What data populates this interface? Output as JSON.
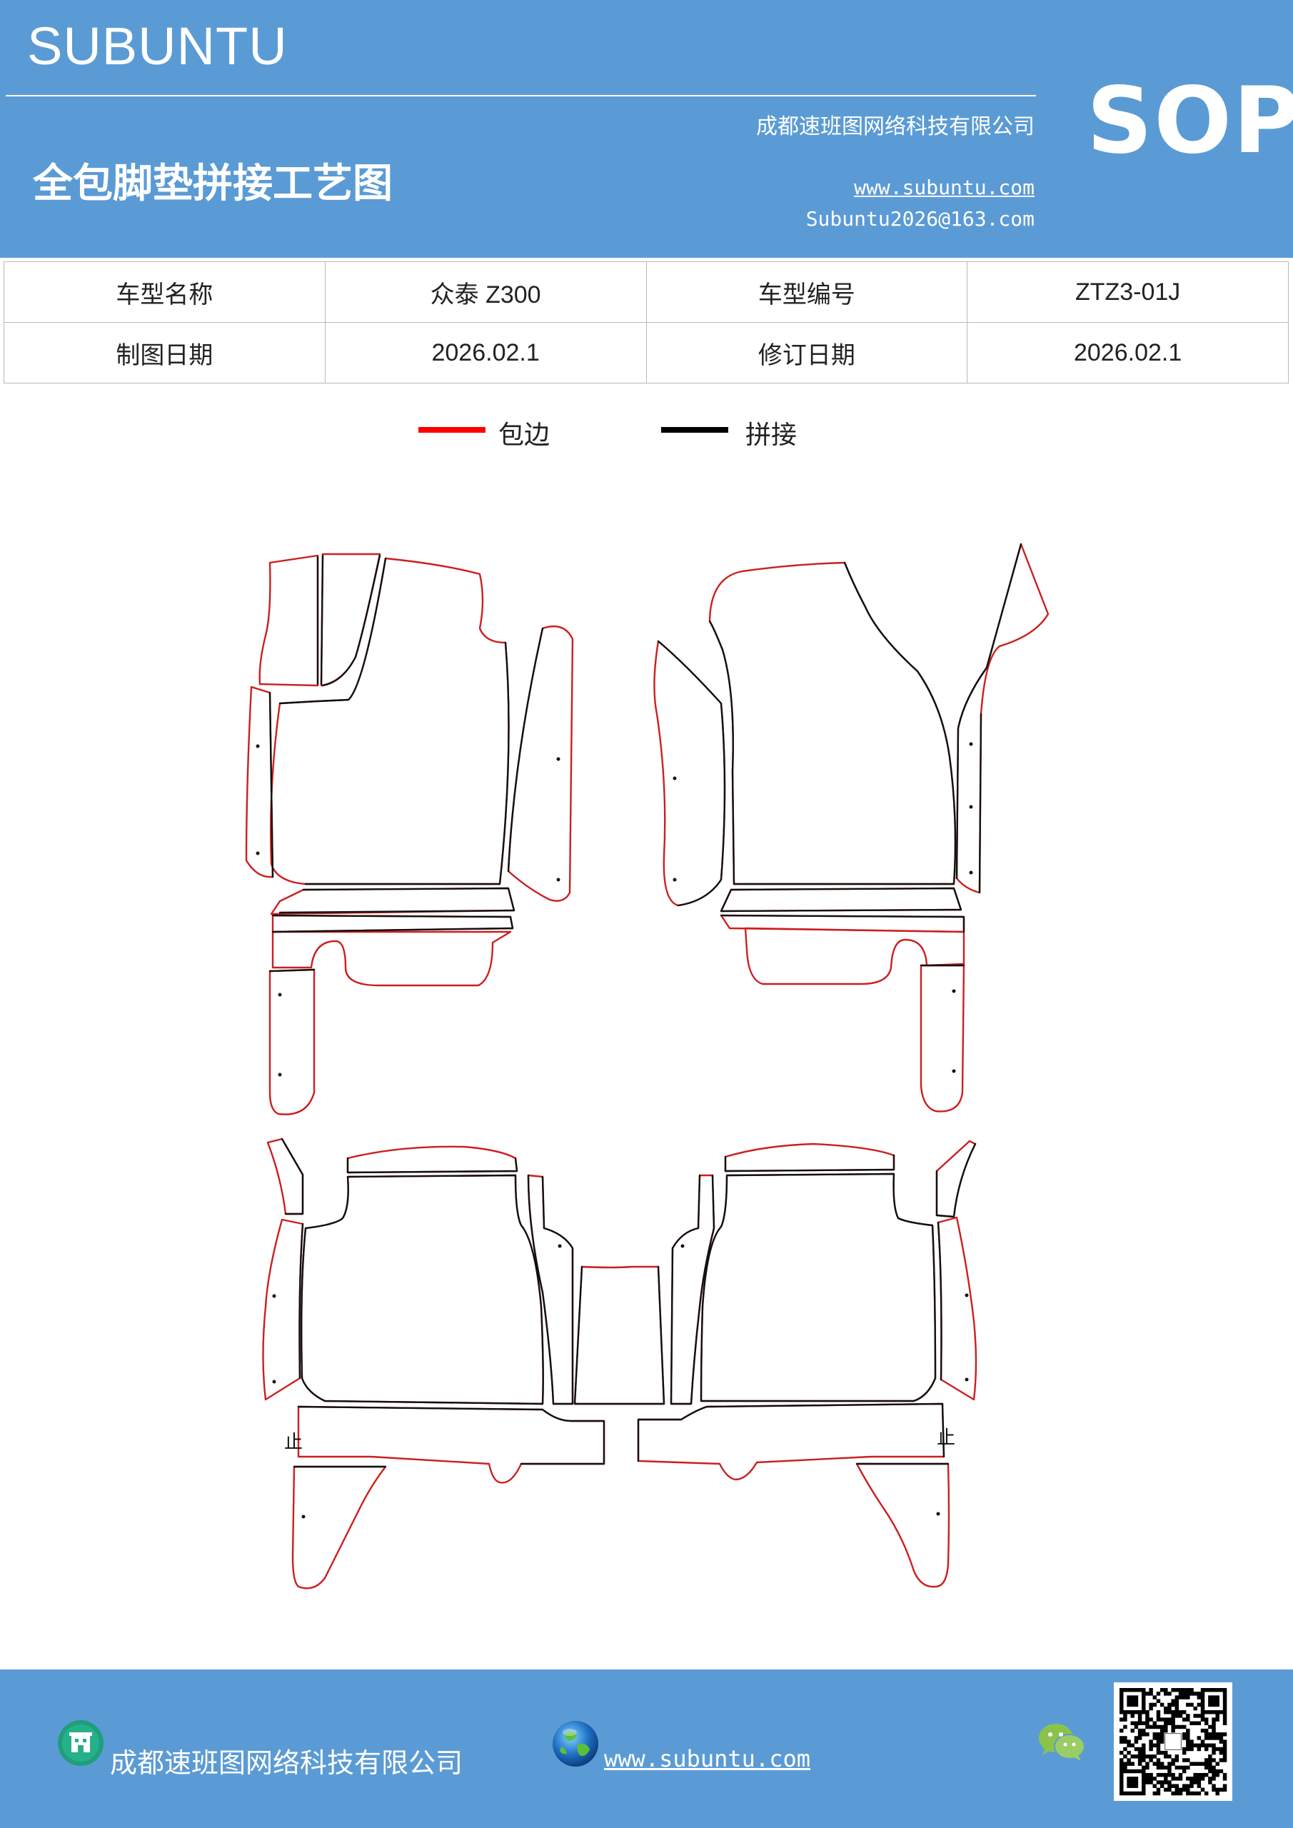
{
  "header": {
    "brand": "SUBUNTU",
    "title": "全包脚垫拼接工艺图",
    "company": "成都速班图网络科技有限公司",
    "website": "www.subuntu.com",
    "email": "Subuntu2026@163.com",
    "badge": "SOP"
  },
  "info_table": {
    "rows": [
      [
        "车型名称",
        "众泰 Z300",
        "车型编号",
        "ZTZ3-01J"
      ],
      [
        "制图日期",
        "2026.02.1",
        "修订日期",
        "2026.02.1"
      ]
    ]
  },
  "legend": [
    {
      "label": "包边",
      "color": "#ff0000"
    },
    {
      "label": "拼接",
      "color": "#000000"
    }
  ],
  "diagram": {
    "edge_color": "#cc1f1f",
    "seam_color": "#111111",
    "marks": [
      "止",
      "止"
    ]
  },
  "footer": {
    "company": "成都速班图网络科技有限公司",
    "website": "www.subuntu.com",
    "icons": [
      "building-icon",
      "globe-icon",
      "wechat-icon",
      "qr-code"
    ]
  }
}
